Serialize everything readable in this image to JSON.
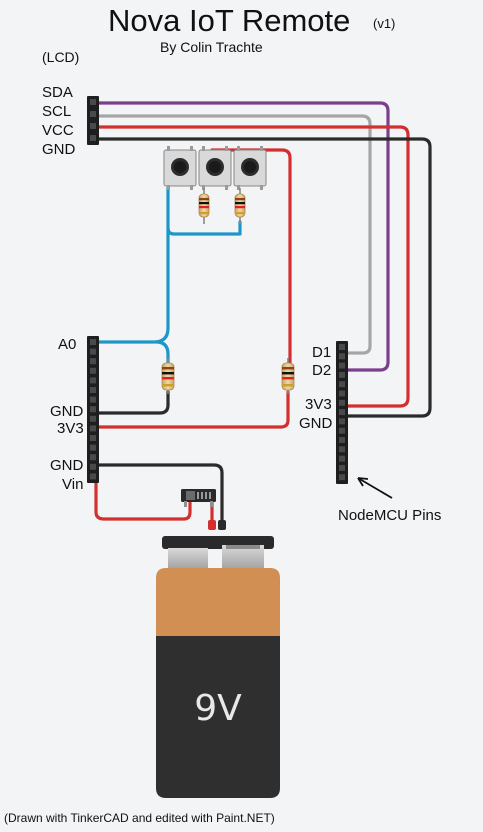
{
  "title": "Nova IoT Remote",
  "version": "(v1)",
  "author": "By Colin Trachte",
  "lcd": {
    "label": "(LCD)",
    "pins": [
      "SDA",
      "SCL",
      "VCC",
      "GND"
    ]
  },
  "left_header_pins": {
    "a0": "A0",
    "gnd": "GND",
    "v33": "3V3",
    "gnd2": "GND",
    "vin": "Vin"
  },
  "nodemcu": {
    "label": "NodeMCU Pins",
    "pins": {
      "d1": "D1",
      "d2": "D2",
      "v33": "3V3",
      "gnd": "GND"
    }
  },
  "battery": {
    "label": "9V"
  },
  "credit": "(Drawn with TinkerCAD and edited with Paint.NET)",
  "colors": {
    "sda_wire": "#7b3f8c",
    "scl_wire": "#a6a6a6",
    "power_wire": "#d32f2f",
    "ground_wire": "#2b2b2b",
    "analog_wire": "#1e96c8",
    "battery_top": "#d18f54",
    "battery_body": "#2f2f2f"
  }
}
